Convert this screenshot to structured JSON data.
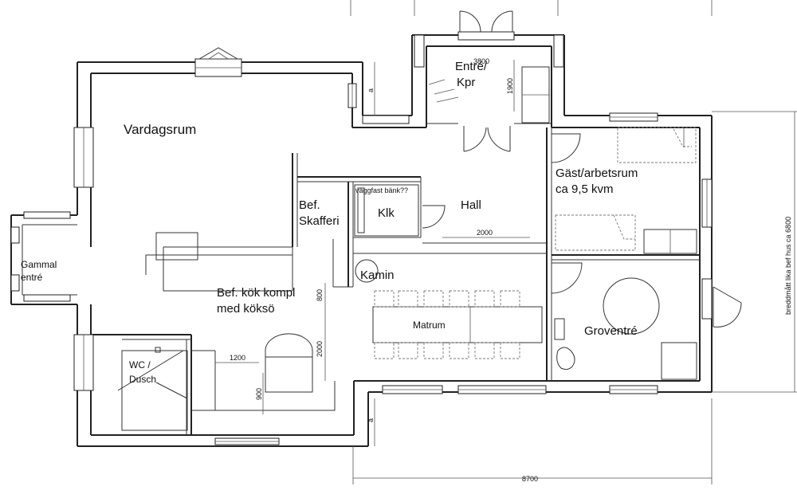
{
  "rooms": {
    "vardagsrum": "Vardagsrum",
    "entre_1": "Entré/",
    "entre_2": "Kpr",
    "gast_1": "Gäst/arbetsrum",
    "gast_2": "ca 9,5 kvm",
    "hall": "Hall",
    "bef_skafferi_1": "Bef.",
    "bef_skafferi_2": "Skafferi",
    "klk": "Klk",
    "vaggfast_bank": "väggfast bänk??",
    "gammal_entre_1": "Gammal",
    "gammal_entre_2": "entré",
    "kamin": "Kamin",
    "kok_1": "Bef. kök kompl",
    "kok_2": "med köksö",
    "matrum": "Matrum",
    "groventre": "Groventré",
    "wc_1": "WC /",
    "wc_2": "Dusch"
  },
  "dimensions": {
    "d3800": "3800",
    "d1900": "1900",
    "d2000_hall": "2000",
    "d800": "800",
    "d2000_kok": "2000",
    "d1200": "1200",
    "d900": "900",
    "d8700": "8700",
    "breddmatt": "breddmått lika bef hus ca 6800",
    "a_top": "a",
    "a_bottom": "a"
  }
}
